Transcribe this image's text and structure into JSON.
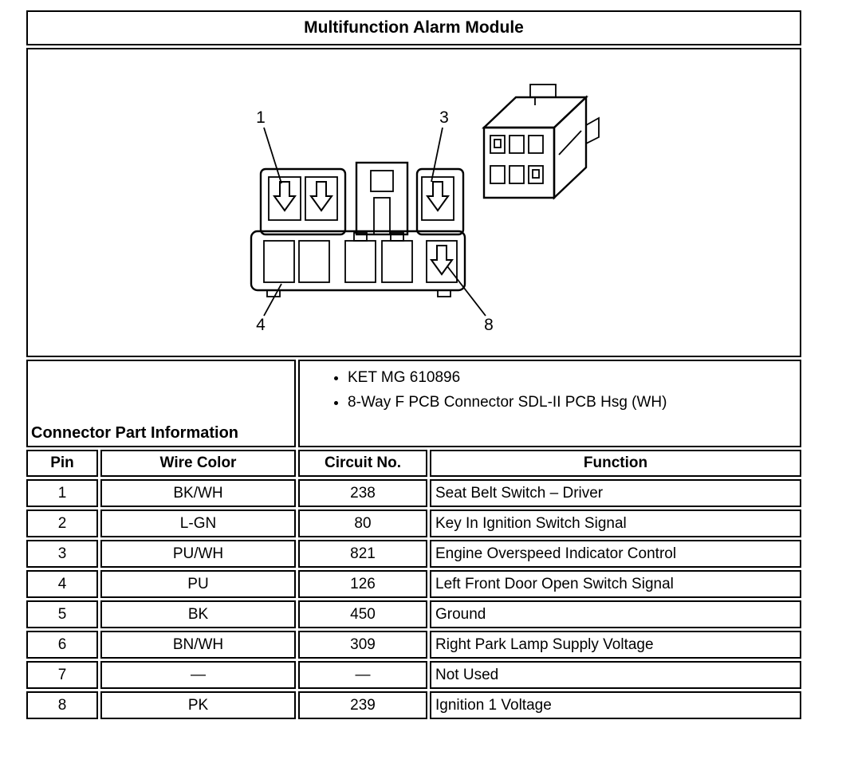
{
  "title": "Multifunction Alarm Module",
  "diagram": {
    "pin_labels": {
      "p1": "1",
      "p3": "3",
      "p4": "4",
      "p8": "8"
    }
  },
  "connector_info": {
    "label": "Connector Part Information",
    "bullets": [
      "KET MG 610896",
      "8-Way F PCB Connector SDL-II PCB Hsg (WH)"
    ]
  },
  "table": {
    "headers": [
      "Pin",
      "Wire Color",
      "Circuit No.",
      "Function"
    ],
    "rows": [
      [
        "1",
        "BK/WH",
        "238",
        "Seat Belt Switch – Driver"
      ],
      [
        "2",
        "L-GN",
        "80",
        "Key In Ignition Switch Signal"
      ],
      [
        "3",
        "PU/WH",
        "821",
        "Engine Overspeed Indicator Control"
      ],
      [
        "4",
        "PU",
        "126",
        "Left Front Door Open Switch Signal"
      ],
      [
        "5",
        "BK",
        "450",
        "Ground"
      ],
      [
        "6",
        "BN/WH",
        "309",
        "Right Park Lamp Supply Voltage"
      ],
      [
        "7",
        "—",
        "—",
        "Not Used"
      ],
      [
        "8",
        "PK",
        "239",
        "Ignition 1 Voltage"
      ]
    ]
  }
}
